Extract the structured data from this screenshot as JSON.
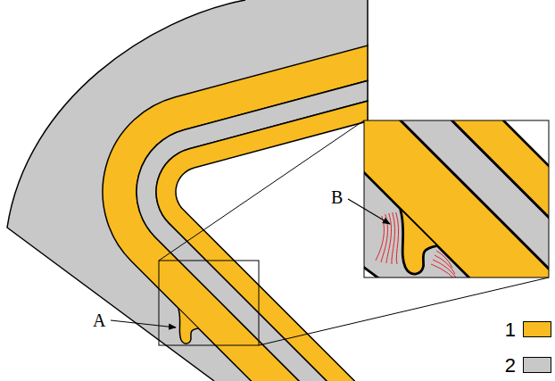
{
  "diagram": {
    "labels": [
      "A",
      "B"
    ],
    "legend": [
      {
        "text": "1",
        "color": "#f8bb21"
      },
      {
        "text": "2",
        "color": "#c8c8c8"
      }
    ]
  }
}
